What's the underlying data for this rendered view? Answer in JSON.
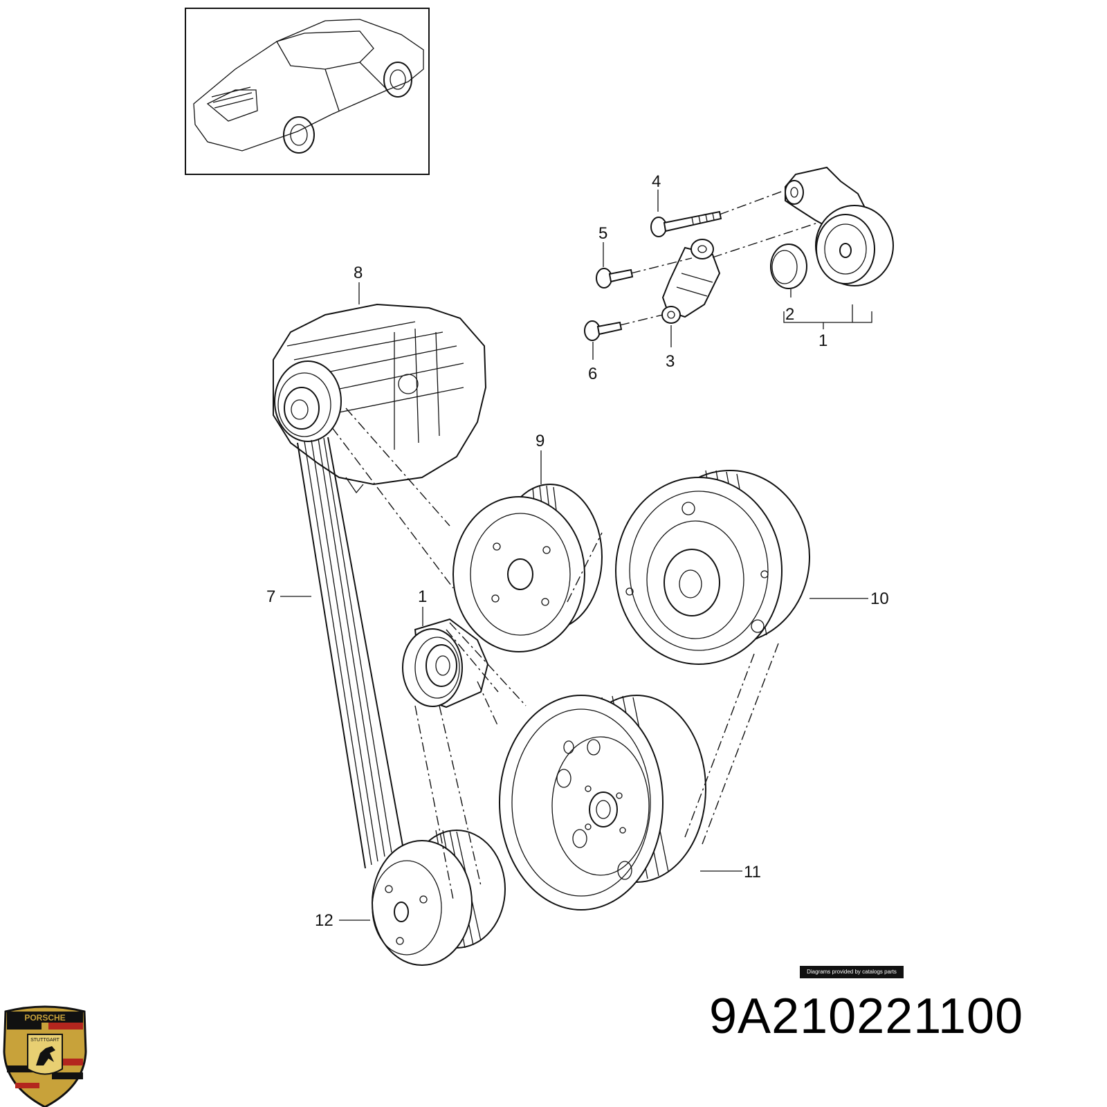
{
  "diagram": {
    "part_number": "9A210221100",
    "credit": "Diagrams provided by catalogs parts",
    "logo_text": {
      "brand": "PORSCHE",
      "city": "STUTTGART"
    },
    "callouts": [
      {
        "id": "1",
        "name": "tensioner-assembly"
      },
      {
        "id": "1",
        "name": "tensioner-assembly-lower"
      },
      {
        "id": "2",
        "name": "pulley-cap"
      },
      {
        "id": "3",
        "name": "damper"
      },
      {
        "id": "4",
        "name": "bolt-long"
      },
      {
        "id": "5",
        "name": "bolt-medium"
      },
      {
        "id": "6",
        "name": "bolt-short"
      },
      {
        "id": "7",
        "name": "v-ribbed-belt"
      },
      {
        "id": "8",
        "name": "alternator"
      },
      {
        "id": "9",
        "name": "pulley-9"
      },
      {
        "id": "10",
        "name": "ac-compressor-pulley"
      },
      {
        "id": "11",
        "name": "crankshaft-pulley"
      },
      {
        "id": "12",
        "name": "pulley-12"
      }
    ],
    "colors": {
      "line": "#111111",
      "logo_gold": "#c8a23a",
      "logo_red": "#b3261e",
      "logo_black": "#111111"
    }
  }
}
